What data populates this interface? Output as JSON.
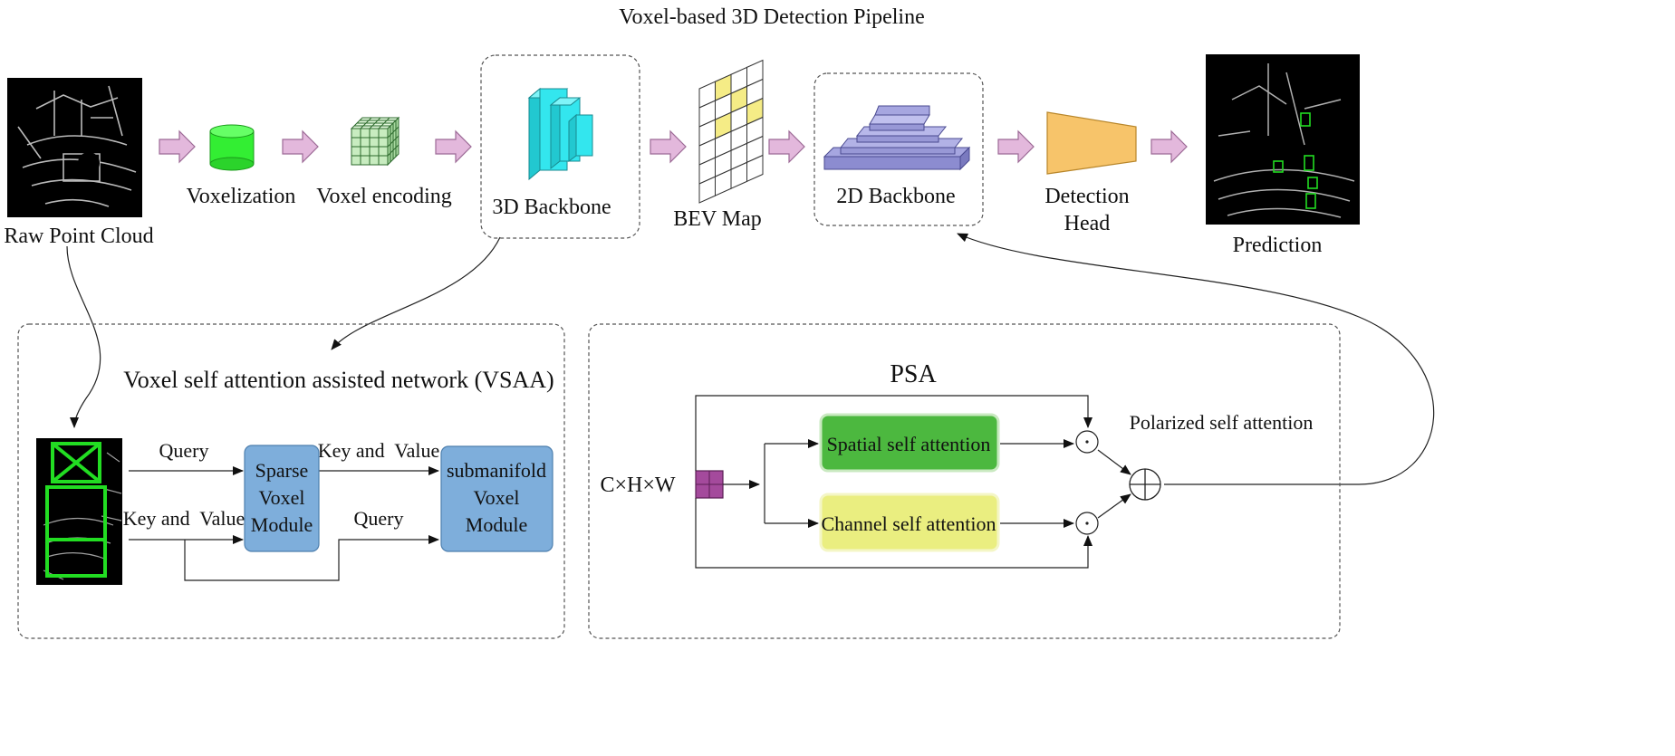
{
  "title": "Voxel-based 3D Detection Pipeline",
  "pipeline": {
    "raw_point_cloud": "Raw Point Cloud",
    "voxelization": "Voxelization",
    "voxel_encoding": "Voxel encoding",
    "backbone_3d": "3D Backbone",
    "bev_map": "BEV Map",
    "backbone_2d": "2D Backbone",
    "detection_head_line1": "Detection",
    "detection_head_line2": "Head",
    "prediction": "Prediction"
  },
  "vsaa": {
    "title": "Voxel self attention assisted network (VSAA)",
    "query_top": "Query",
    "key_value_left": "Key and  Value",
    "sparse_module": [
      "Sparse",
      "Voxel",
      "Module"
    ],
    "key_value_mid": "Key and  Value",
    "query_bottom": "Query",
    "submanifold_module": [
      "submanifold",
      "Voxel",
      "Module"
    ]
  },
  "psa": {
    "title": "PSA",
    "input_label": "C×H×W",
    "spatial": "Spatial self attention",
    "channel": "Channel self attention",
    "polarized": "Polarized self attention"
  },
  "colors": {
    "arrow_fill": "#e3b8dc",
    "arrow_stroke": "#9c6a96",
    "cylinder": "#33ee33",
    "grid_cube": "#c8ecc0",
    "backbone3d": "#33e6ee",
    "bev_yellow": "#f5ec86",
    "backbone2d": "#a6a6e0",
    "head": "#f7c46a",
    "module_blue": "#7eaedb",
    "spatial_green": "#4cb83f",
    "channel_yellow": "#eaee80",
    "input_purple": "#a44a9c",
    "detect_green": "#22dd22"
  }
}
